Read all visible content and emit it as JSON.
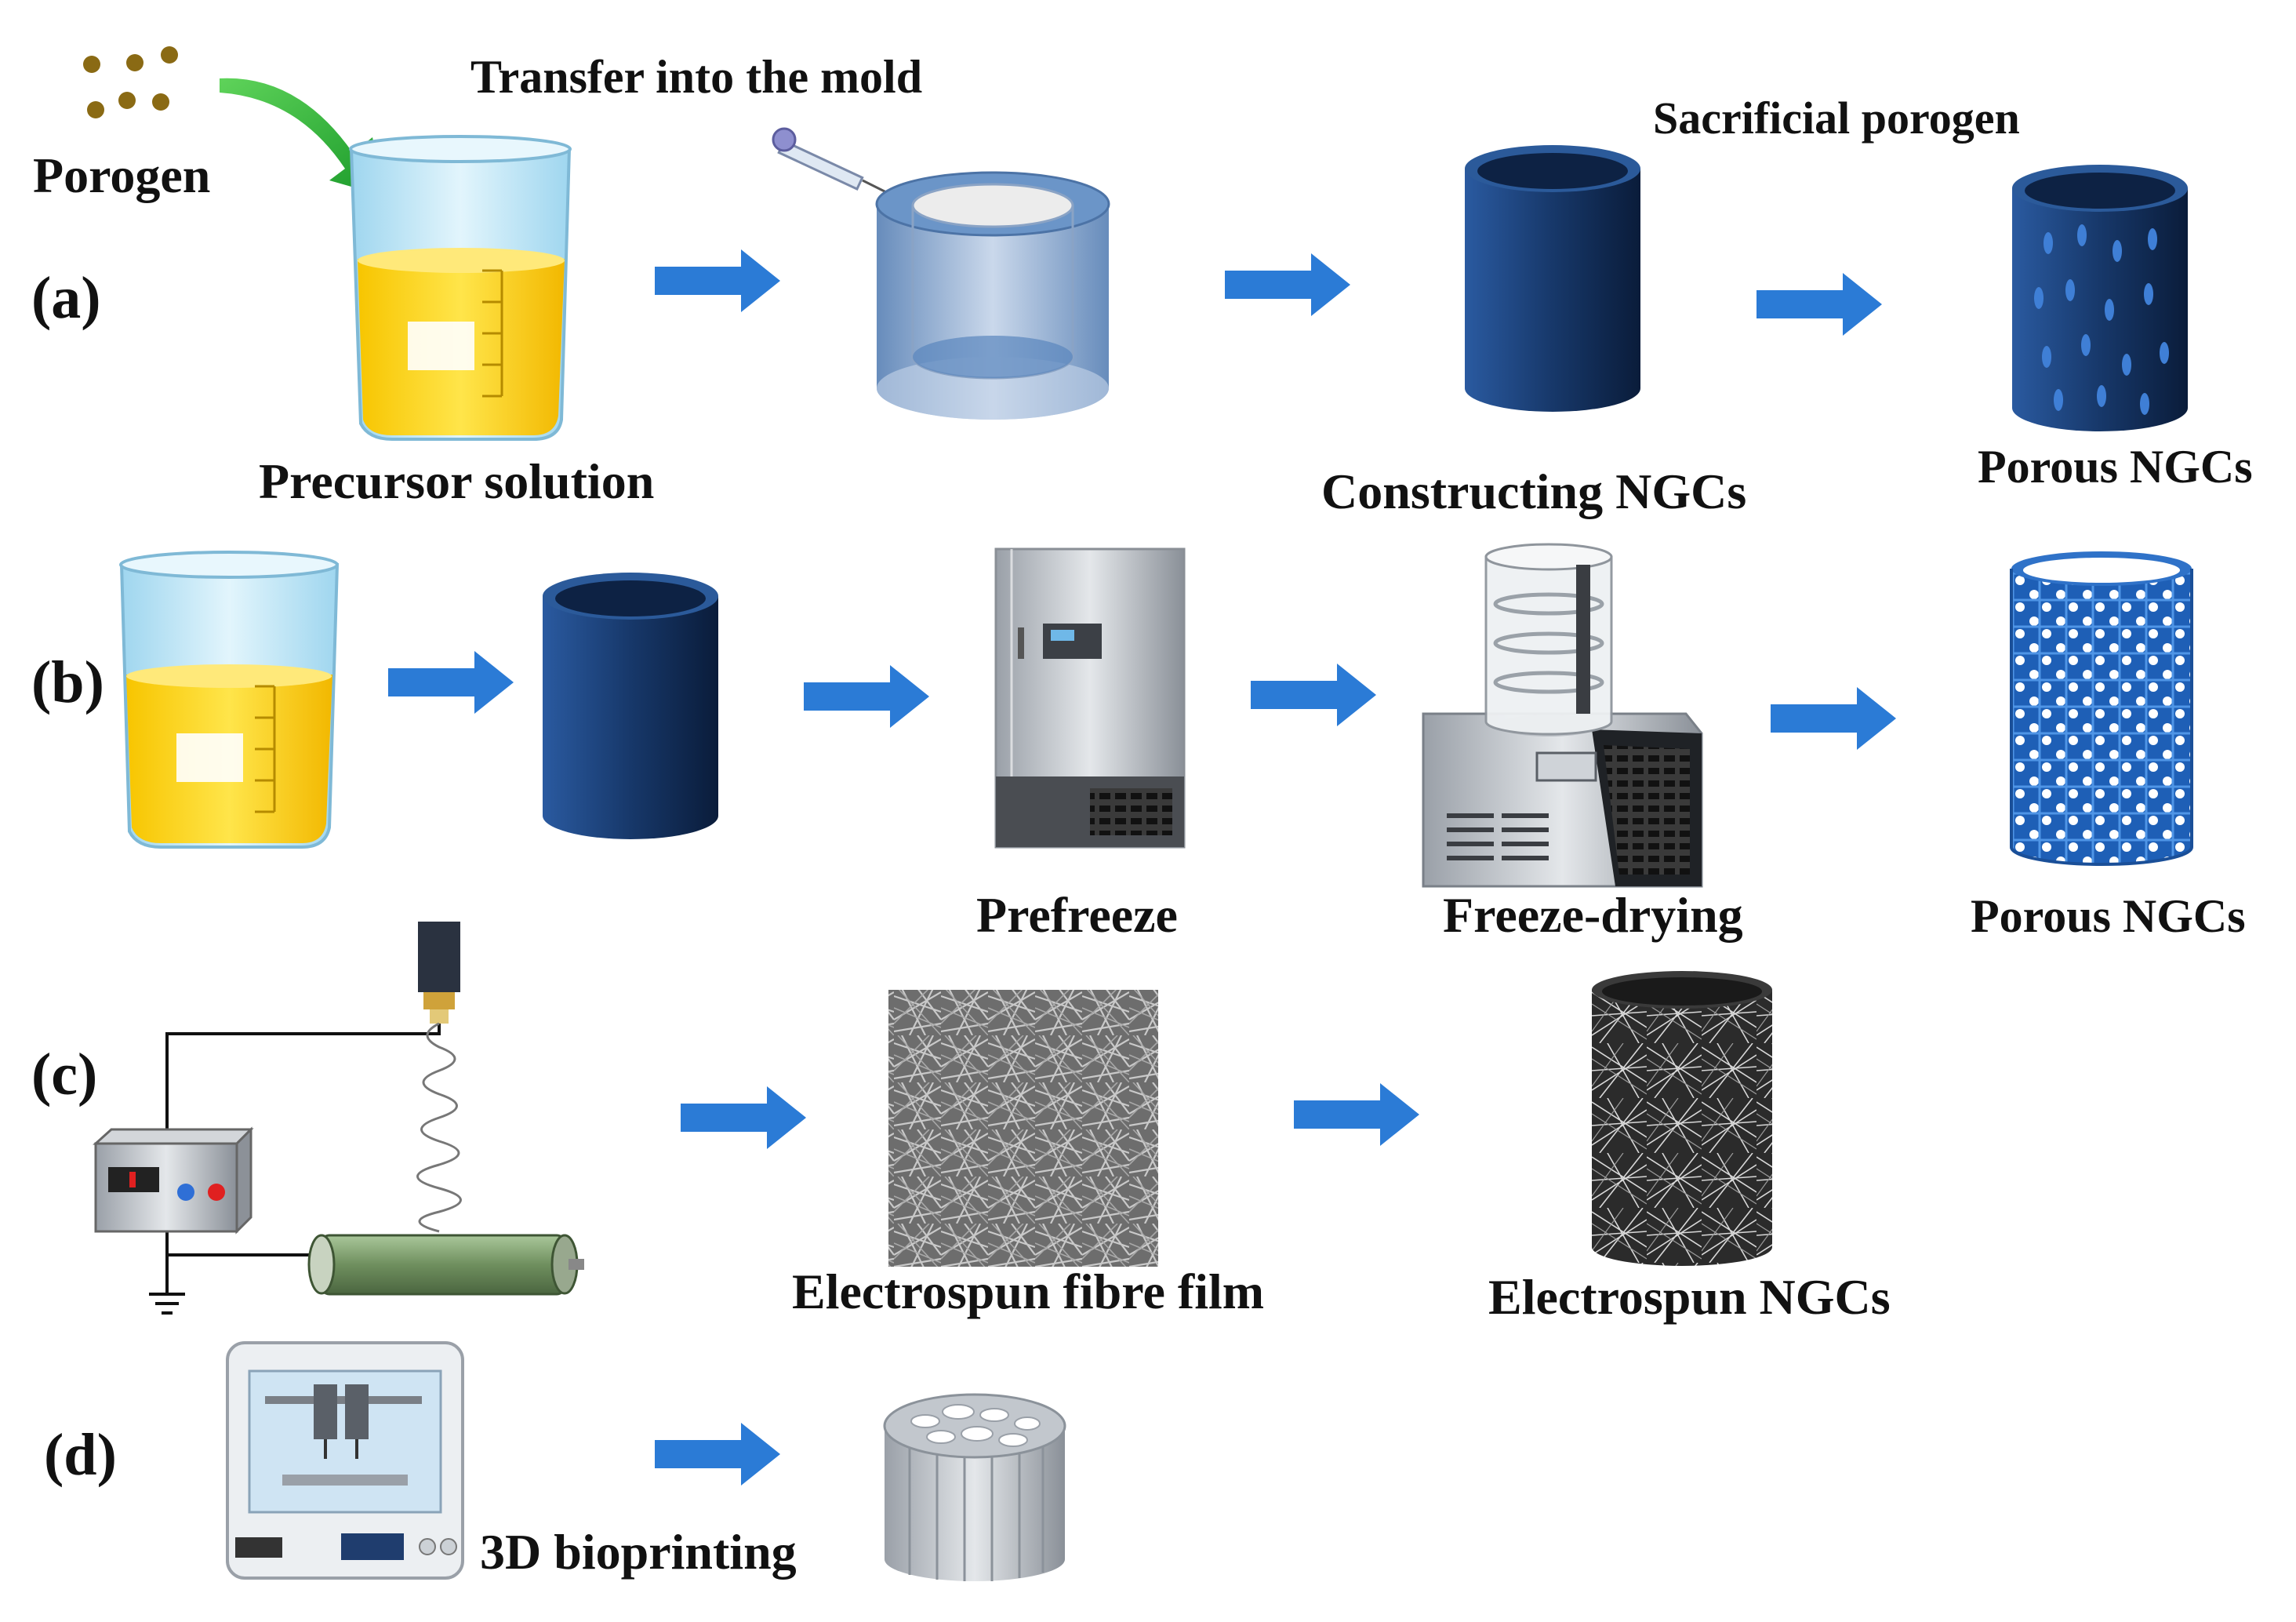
{
  "panels": {
    "a": "(a)",
    "b": "(b)",
    "c": "(c)",
    "d": "(d)"
  },
  "labels": {
    "porogen": "Porogen",
    "transfer": "Transfer into the mold",
    "precursor": "Precursor solution",
    "constructing": "Constructing NGCs",
    "sacrificial": "Sacrificial porogen",
    "porous_a": "Porous NGCs",
    "prefreeze": "Prefreeze",
    "freeze_drying": "Freeze-drying",
    "porous_b": "Porous NGCs",
    "electrospun_film": "Electrospun fibre film",
    "electrospun_ngcs": "Electrospun NGCs",
    "bioprinting": "3D bioprinting"
  },
  "colors": {
    "arrow": "#2b7bd6",
    "navy": "#1c3f74",
    "liquid": "#f5d000",
    "glass": "#bfe6f5"
  }
}
